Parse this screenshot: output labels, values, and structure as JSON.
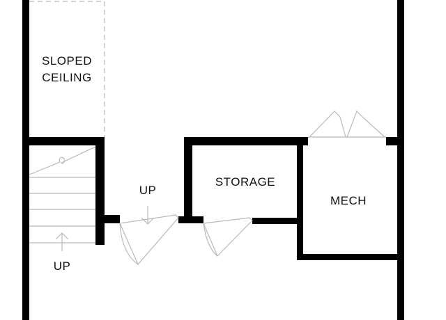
{
  "labels": {
    "sloped_ceiling_line1": "SLOPED",
    "sloped_ceiling_line2": "CEILING",
    "storage": "STORAGE",
    "mech": "MECH",
    "up_hall": "UP",
    "up_stairs": "UP"
  },
  "colors": {
    "wall": "#000000",
    "fixture_line": "#b9b9b9",
    "text": "#111111",
    "background": "#ffffff"
  }
}
